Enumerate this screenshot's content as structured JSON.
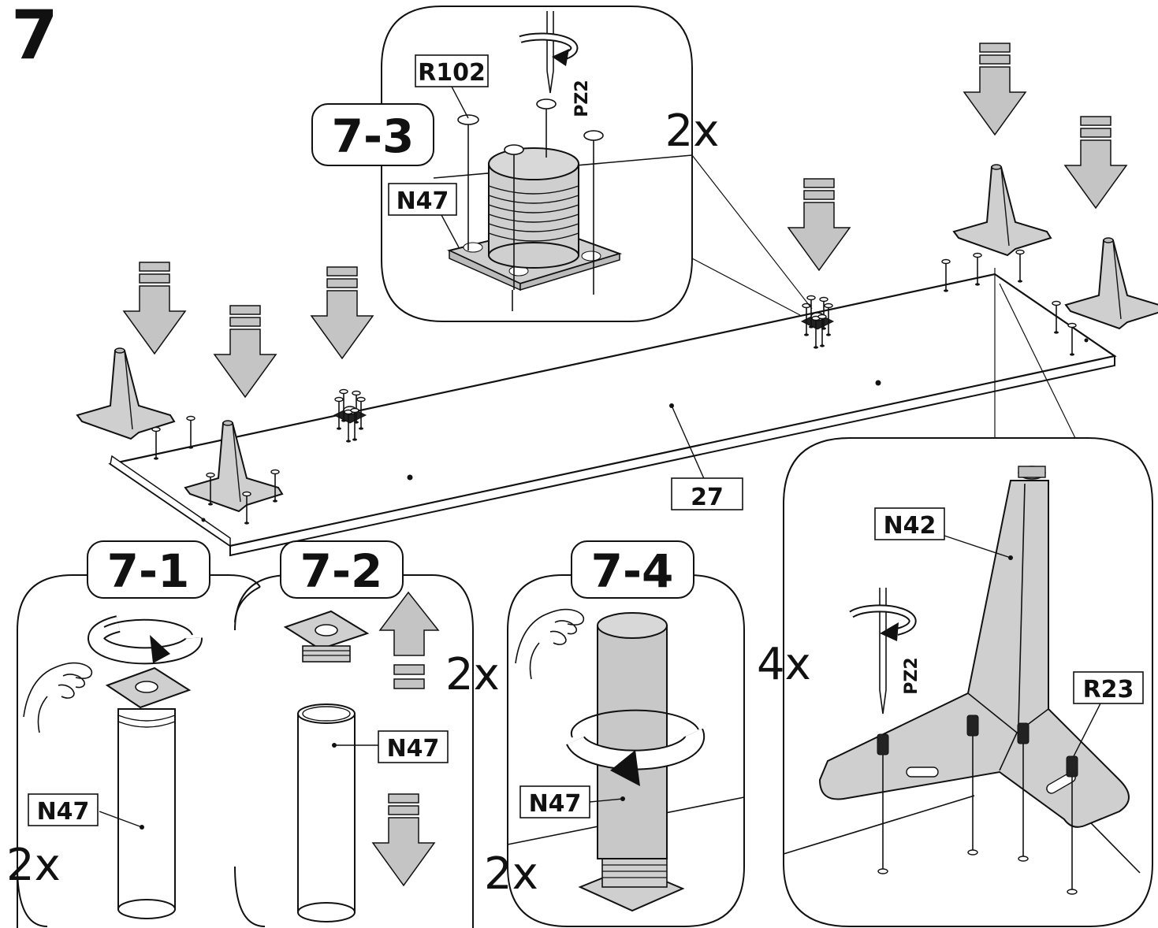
{
  "step_number": "7",
  "panels": {
    "p73": {
      "title": "7-3",
      "multiplier": "2x",
      "screw_code": "R102",
      "part_code": "N47",
      "tool": "PZ2"
    },
    "p71": {
      "title": "7-1",
      "multiplier": "2x",
      "part_code": "N47"
    },
    "p72": {
      "title": "7-2",
      "multiplier": "2x",
      "part_code": "N47"
    },
    "p74": {
      "title": "7-4",
      "multiplier": "2x",
      "part_code": "N47"
    },
    "leg": {
      "multiplier": "4x",
      "part_code": "N42",
      "screw_code": "R23",
      "tool": "PZ2"
    }
  },
  "board": {
    "part_code": "27"
  },
  "colors": {
    "line": "#111111",
    "part_fill": "#cfcfcf",
    "arrow_fill": "#c4c4c4",
    "white": "#ffffff"
  }
}
